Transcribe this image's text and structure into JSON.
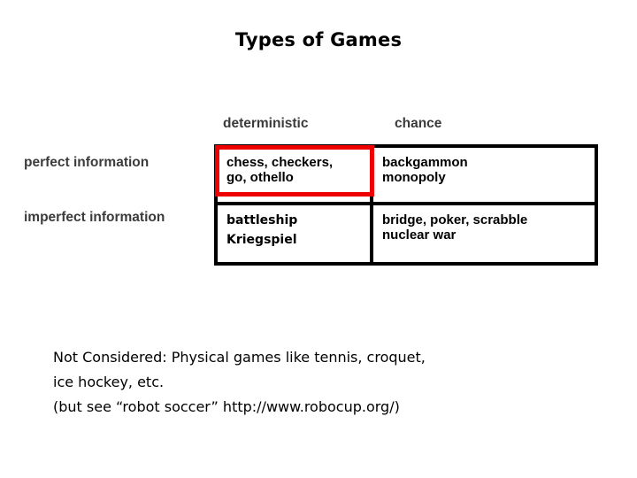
{
  "slide": {
    "title": "Types of Games",
    "background_color": "#ffffff",
    "highlight_color": "#ee0000",
    "border_color": "#000000",
    "label_color": "#3b3b3b"
  },
  "matrix": {
    "column_headers": [
      {
        "id": "deterministic",
        "label": "deterministic"
      },
      {
        "id": "chance",
        "label": "chance"
      }
    ],
    "row_headers": [
      {
        "id": "perfect-information",
        "label": "perfect information"
      },
      {
        "id": "imperfect-information",
        "label": "imperfect information"
      }
    ],
    "cells": [
      {
        "row": "perfect information",
        "column": "deterministic",
        "highlighted": true,
        "lines": [
          "chess, checkers,",
          "go, othello"
        ]
      },
      {
        "row": "perfect information",
        "column": "chance",
        "highlighted": false,
        "lines": [
          "backgammon",
          "monopoly"
        ]
      },
      {
        "row": "imperfect information",
        "column": "deterministic",
        "highlighted": false,
        "lines": [
          "battleship",
          "Kriegspiel"
        ]
      },
      {
        "row": "imperfect information",
        "column": "chance",
        "highlighted": false,
        "lines": [
          "bridge, poker, scrabble",
          "nuclear war"
        ]
      }
    ]
  },
  "footnote": {
    "lines": [
      "Not Considered:  Physical games like tennis, croquet,",
      "ice hockey, etc.",
      "(but see “robot soccer” http://www.robocup.org/)"
    ]
  }
}
